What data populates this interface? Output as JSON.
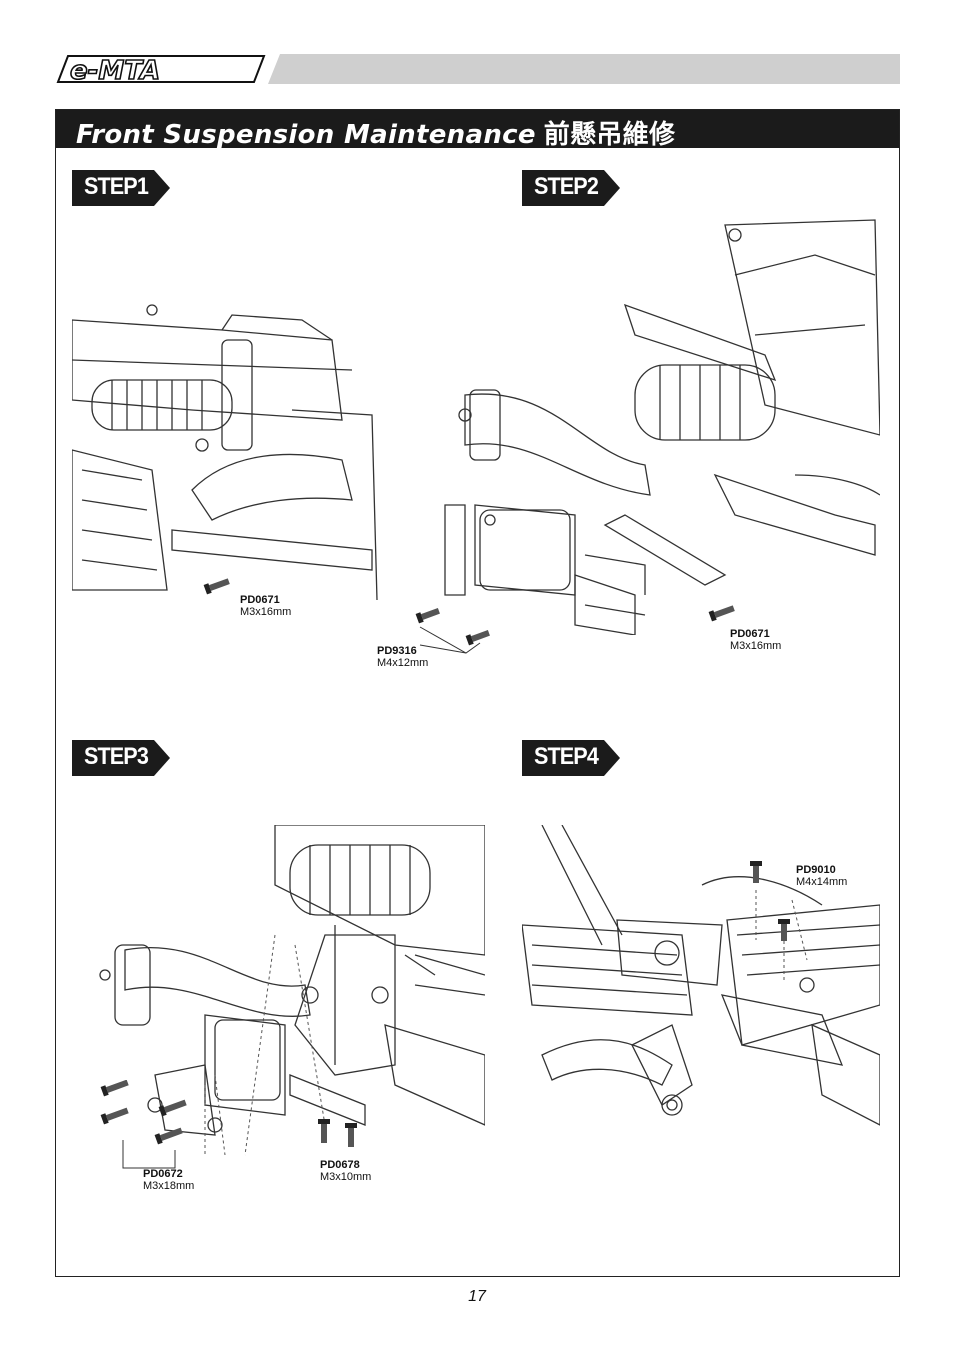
{
  "brand": {
    "logo_text": "e-MTA"
  },
  "section": {
    "title_en": "Front Suspension Maintenance",
    "title_zh": "前懸吊維修"
  },
  "steps": [
    {
      "label": "STEP1",
      "parts": [
        {
          "code": "PD0671",
          "size": "M3x16mm"
        }
      ]
    },
    {
      "label": "STEP2",
      "parts": [
        {
          "code": "PD9316",
          "size": "M4x12mm"
        },
        {
          "code": "PD0671",
          "size": "M3x16mm"
        }
      ]
    },
    {
      "label": "STEP3",
      "parts": [
        {
          "code": "PD0672",
          "size": "M3x18mm"
        },
        {
          "code": "PD0678",
          "size": "M3x10mm"
        }
      ]
    },
    {
      "label": "STEP4",
      "parts": [
        {
          "code": "PD9010",
          "size": "M4x14mm"
        }
      ]
    }
  ],
  "page": {
    "number": "17"
  },
  "colors": {
    "title_bar": "#1b1b1b",
    "step_badge": "#1b1b1b",
    "top_bar": "#cfcfcf",
    "line_art": "#333333"
  }
}
